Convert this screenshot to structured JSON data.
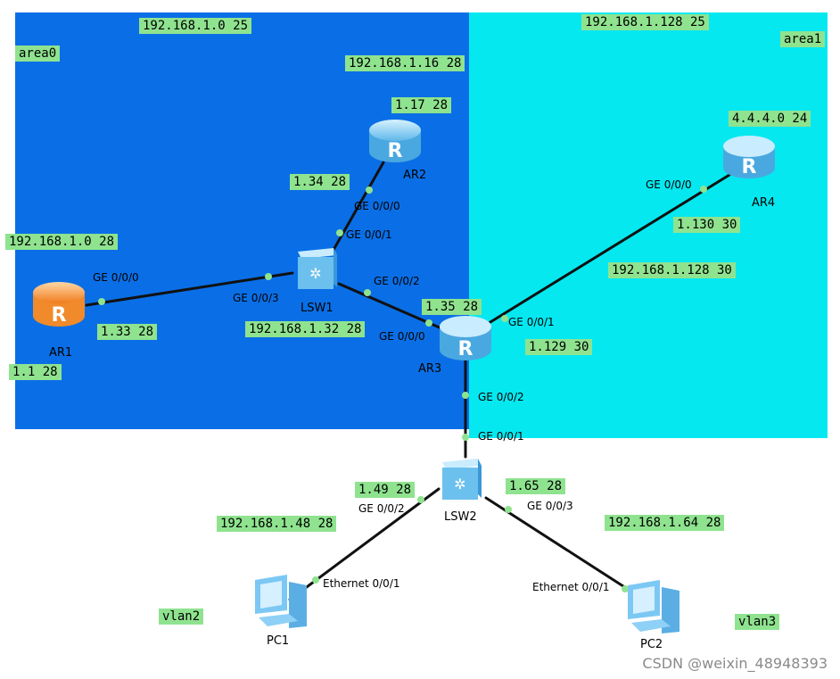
{
  "areas": {
    "area0": "area0",
    "area1": "area1"
  },
  "colors": {
    "area0": "#0a6fe6",
    "area1": "#05e8f0",
    "label_bg": "#8fe38f",
    "link": "#111111",
    "port_dot": "#8fe38f"
  },
  "labels": {
    "net_area0": "192.168.1.0 25",
    "net_area1": "192.168.1.128 25",
    "net_ar2": "192.168.1.16 28",
    "ar2_ip": "1.17 28",
    "ar2_lsw1_ip": "1.34 28",
    "ar1_net": "192.168.1.0 28",
    "ar1_ip": "1.33 28",
    "ar1_ip2": "1.1 28",
    "net_lsw1": "192.168.1.32 28",
    "ar3_ip": "1.35 28",
    "ar4_net": "4.4.4.0 24",
    "ar4_ip": "1.130 30",
    "net_ar3_ar4": "192.168.1.128 30",
    "ar3_ip2": "1.129 30",
    "lsw2_ip1": "1.49 28",
    "lsw2_ip2": "1.65 28",
    "net_vlan2": "192.168.1.48 28",
    "net_vlan3": "192.168.1.64 28",
    "vlan2": "vlan2",
    "vlan3": "vlan3"
  },
  "ports": {
    "ar2_ge000": "GE 0/0/0",
    "lsw1_ge001": "GE 0/0/1",
    "ar1_ge000": "GE 0/0/0",
    "lsw1_ge003": "GE 0/0/3",
    "lsw1_ge002": "GE 0/0/2",
    "ar3_ge000": "GE 0/0/0",
    "ar3_ge001": "GE 0/0/1",
    "ar4_ge000": "GE 0/0/0",
    "ar3_ge002": "GE 0/0/2",
    "lsw2_ge001": "GE 0/0/1",
    "lsw2_ge002": "GE 0/0/2",
    "lsw2_ge003": "GE 0/0/3",
    "pc1_eth": "Ethernet 0/0/1",
    "pc2_eth": "Ethernet 0/0/1"
  },
  "devices": {
    "ar1": "AR1",
    "ar2": "AR2",
    "ar3": "AR3",
    "ar4": "AR4",
    "lsw1": "LSW1",
    "lsw2": "LSW2",
    "pc1": "PC1",
    "pc2": "PC2"
  },
  "icons": {
    "router": "router-icon",
    "switch": "switch-icon",
    "pc": "pc-icon"
  },
  "watermark": "CSDN @weixin_48948393"
}
